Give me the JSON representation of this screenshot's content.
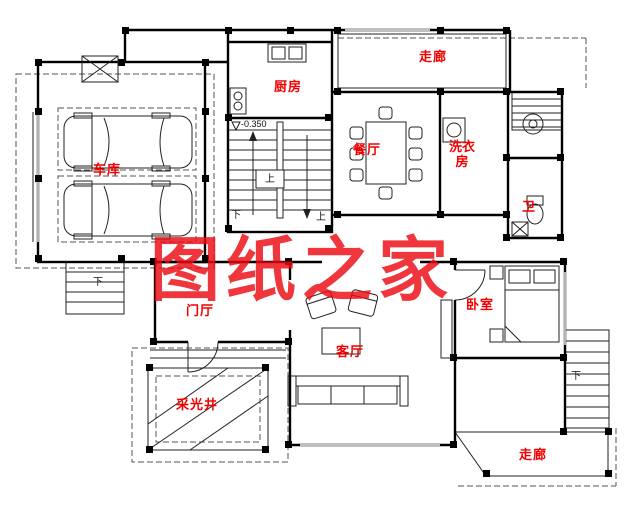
{
  "watermark": "图纸之家",
  "colors": {
    "label": "#f20000",
    "watermark": "#eb0a12",
    "line": "#000000",
    "background": "#ffffff"
  },
  "rooms": {
    "garage": {
      "label": "车库"
    },
    "kitchen": {
      "label": "厨房"
    },
    "corridor_top": {
      "label": "走廊"
    },
    "dining": {
      "label": "餐厅"
    },
    "laundry": {
      "label": "洗衣房"
    },
    "bath": {
      "label": "卫"
    },
    "foyer": {
      "label": "门厅"
    },
    "living": {
      "label": "客厅"
    },
    "bedroom": {
      "label": "卧室"
    },
    "lightwell": {
      "label": "采光井"
    },
    "corridor_bottom": {
      "label": "走廊"
    }
  },
  "annotations": {
    "elevation": "-0.350",
    "up": "上",
    "down": "下"
  }
}
